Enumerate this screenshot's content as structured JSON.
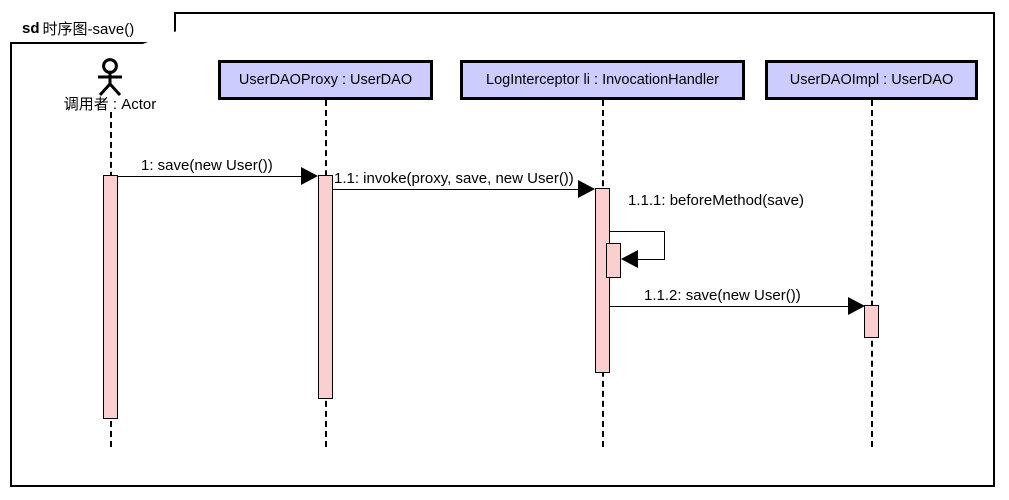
{
  "diagram": {
    "type": "uml-sequence-diagram",
    "frame": {
      "keyword": "sd",
      "name": "时序图-save()"
    },
    "actor": {
      "icon": "actor-stick-figure",
      "label": "调用者 : Actor"
    },
    "lifelines": [
      {
        "id": "actor",
        "label": "调用者 : Actor",
        "kind": "actor"
      },
      {
        "id": "proxy",
        "label": "UserDAOProxy : UserDAO",
        "kind": "object"
      },
      {
        "id": "interceptor",
        "label": "LogInterceptor li : InvocationHandler",
        "kind": "object"
      },
      {
        "id": "impl",
        "label": "UserDAOImpl : UserDAO",
        "kind": "object"
      }
    ],
    "messages": [
      {
        "id": "m1",
        "label": "1: save(new User())",
        "from": "actor",
        "to": "proxy",
        "kind": "call"
      },
      {
        "id": "m2",
        "label": "1.1: invoke(proxy, save, new User())",
        "from": "proxy",
        "to": "interceptor",
        "kind": "call"
      },
      {
        "id": "m3",
        "label": "1.1.1: beforeMethod(save)",
        "from": "interceptor",
        "to": "interceptor",
        "kind": "self-call"
      },
      {
        "id": "m4",
        "label": "1.1.2: save(new User())",
        "from": "interceptor",
        "to": "impl",
        "kind": "call"
      }
    ],
    "colors": {
      "head_fill": "#ccccff",
      "activation_fill": "#fbcfcf",
      "stroke": "#000000",
      "background": "#ffffff"
    }
  }
}
